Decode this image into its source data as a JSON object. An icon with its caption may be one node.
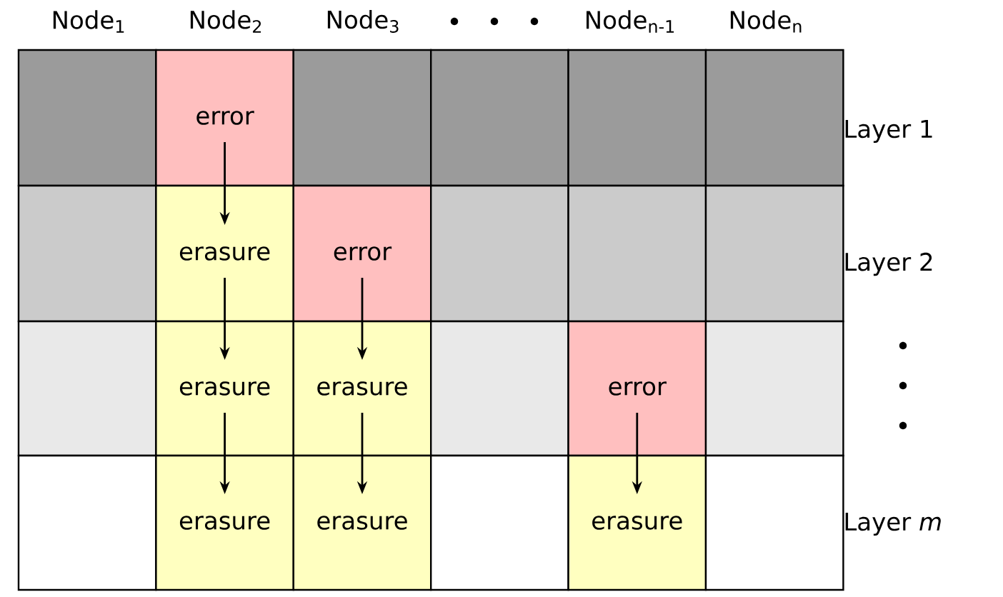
{
  "diagram": {
    "nodes": [
      {
        "text": [],
        "shape": "box"
      },
      {
        "text": [
          "error"
        ]
      },
      {
        "text": [],
        "shape": "box"
      },
      {
        "text": [],
        "shape": "box"
      },
      {
        "text": [],
        "shape": "box"
      },
      {
        "text": [],
        "shape": "box"
      },
      {
        "text": [],
        "shape": "box"
      },
      {
        "text": [
          "erasure"
        ]
      },
      {
        "text": [
          "error"
        ]
      },
      {
        "text": [],
        "shape": "box"
      },
      {
        "text": [],
        "shape": "box"
      },
      {
        "text": [],
        "shape": "box"
      },
      {
        "text": [],
        "shape": "box"
      },
      {
        "text": [
          "erasure"
        ]
      },
      {
        "text": [
          "erasure"
        ]
      },
      {
        "text": [],
        "shape": "box"
      },
      {
        "text": [
          "error"
        ]
      },
      {
        "text": [],
        "shape": "box"
      },
      {
        "text": [],
        "shape": "box"
      },
      {
        "text": [
          "erasure"
        ]
      },
      {
        "text": [
          "erasure"
        ]
      },
      {
        "text": [],
        "shape": "box"
      },
      {
        "text": [
          "erasure"
        ]
      },
      {
        "text": [],
        "shape": "box"
      }
    ],
    "edges": [
      {
        "from": 1,
        "to": 7,
        "arrow": "to"
      },
      {
        "from": 7,
        "to": 13,
        "arrow": "to"
      },
      {
        "from": 13,
        "to": 19,
        "arrow": "to"
      },
      {
        "from": 8,
        "to": 14,
        "arrow": "to"
      },
      {
        "from": 14,
        "to": 20,
        "arrow": "to"
      },
      {
        "from": 16,
        "to": 22,
        "arrow": "to"
      }
    ],
    "labels": [
      "Node$_{1}$",
      "Node$_{2}$",
      "Node$_{3}$",
      "Node$_{n-1}$",
      "Node$_{n}$",
      "Layer 1",
      "Layer 2",
      "Layer *m*"
    ]
  }
}
